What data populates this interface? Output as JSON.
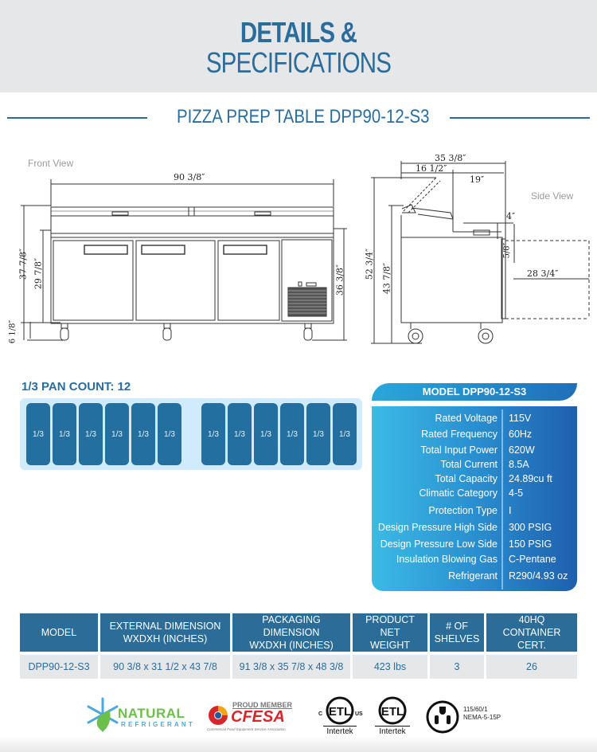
{
  "header": {
    "title_line1": "DETAILS &",
    "title_line2": "SPECIFICATIONS",
    "subtitle": "PIZZA PREP TABLE DPP90-12-S3"
  },
  "drawing": {
    "front_view_label": "Front View",
    "side_view_label": "Side View",
    "front_dimensions": {
      "overall_width": "90 3/8″",
      "overall_height": "37 7/8″",
      "cabinet_height": "29 7/8″",
      "caster_height": "6 1/8″",
      "right_height": "36 3/8″"
    },
    "side_dimensions": {
      "overall_depth": "35 3/8″",
      "lid_depth": "16 1/2″",
      "rail_depth": "19″",
      "overall_height": "52 3/4″",
      "working_height": "43 7/8″",
      "overhang": "4″",
      "door_gap": "5/8″",
      "door_swing": "28 3/4″"
    }
  },
  "pan_count": {
    "title": "1/3 PAN COUNT: 12",
    "pans": [
      "1/3",
      "1/3",
      "1/3",
      "1/3",
      "1/3",
      "1/3",
      "1/3",
      "1/3",
      "1/3",
      "1/3",
      "1/3",
      "1/3"
    ]
  },
  "spec_box": {
    "title": "MODEL DPP90-12-S3",
    "rows": [
      {
        "label": "Rated  Voltage",
        "value": "115V"
      },
      {
        "label": "Rated  Frequency",
        "value": "60Hz"
      },
      {
        "label": "Total Input Power",
        "value": "620W"
      },
      {
        "label": "Total Current",
        "value": "8.5A"
      },
      {
        "label": "Total Capacity",
        "value": "24.89cu ft"
      },
      {
        "label": "Climatic Category",
        "value": "4-5"
      },
      {
        "label": "Protection Type",
        "value": "I"
      },
      {
        "label": "Design Pressure High Side",
        "value": "300 PSIG"
      },
      {
        "label": "Design Pressure Low Side",
        "value": "150 PSIG"
      },
      {
        "label": "Insulation Blowing Gas",
        "value": "C-Pentane"
      },
      {
        "label": "Refrigerant",
        "value": "R290/4.93 oz"
      }
    ]
  },
  "dimension_table": {
    "headers": [
      {
        "line1": "MODEL",
        "line2": ""
      },
      {
        "line1": "EXTERNAL DIMENSION",
        "line2": "WXDXH (INCHES)"
      },
      {
        "line1": "PACKAGING DIMENSION",
        "line2": "WXDXH (INCHES)"
      },
      {
        "line1": "PRODUCT NET",
        "line2": "WEIGHT"
      },
      {
        "line1": "# OF",
        "line2": "SHELVES"
      },
      {
        "line1": "40HQ",
        "line2": "CONTAINER CERT."
      }
    ],
    "rows": [
      [
        "DPP90-12-S3",
        "90 3/8 x 31 1/2 x 43 7/8",
        "91 3/8 x 35 7/8 x 48 3/8",
        "423 lbs",
        "3",
        "26"
      ]
    ]
  },
  "footer": {
    "natural_line1": "NATURAL",
    "natural_line2": "REFRIGERANT",
    "cfesa_top": "PROUD MEMBER",
    "cfesa_name": "CFESA",
    "cfesa_sub": "Commercial Food Equipment Service Association",
    "etl1_label": "Intertek",
    "etl1_c": "C",
    "etl1_us": "US",
    "etl2_label": "Intertek",
    "plug_line1": "115/60/1",
    "plug_line2": "NEMA-5-15P"
  },
  "colors": {
    "brand_blue": "#2a6d9c",
    "header_bg": "#e6e7e9",
    "pan_tray": "#d0ebfb",
    "pan_fill": "#236f9f",
    "spec_gradient_start": "#3bbbe6",
    "spec_gradient_end": "#1f5fae",
    "natural_green": "#6dbf4b",
    "cfesa_red": "#d9252a"
  }
}
